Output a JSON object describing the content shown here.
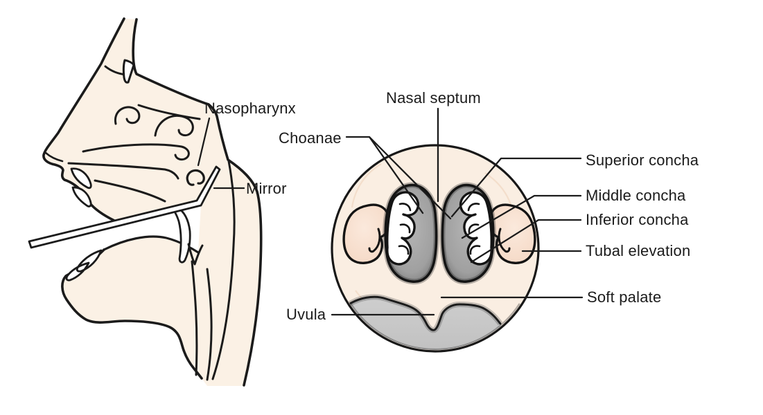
{
  "diagram": {
    "type": "anatomy-illustration",
    "subject": "posterior-rhinoscopy",
    "panels": {
      "sagittal_view": {
        "labels": {
          "nasopharynx": "Nasopharynx",
          "mirror": "Mirror"
        }
      },
      "mirror_view": {
        "labels": {
          "nasal_septum": "Nasal septum",
          "choanae": "Choanae",
          "superior_concha": "Superior concha",
          "middle_concha": "Middle concha",
          "inferior_concha": "Inferior concha",
          "tubal_elevation": "Tubal elevation",
          "soft_palate": "Soft palate",
          "uvula": "Uvula"
        }
      }
    },
    "colors": {
      "background": "#ffffff",
      "line": "#1b1b1b",
      "skin": "#fbf1e5",
      "circle_fill": "#faeee2",
      "choana_gray": "#a8a8a8",
      "palate_gray": "#c6c6c6",
      "tubal_pink": "#f6dcca"
    }
  }
}
